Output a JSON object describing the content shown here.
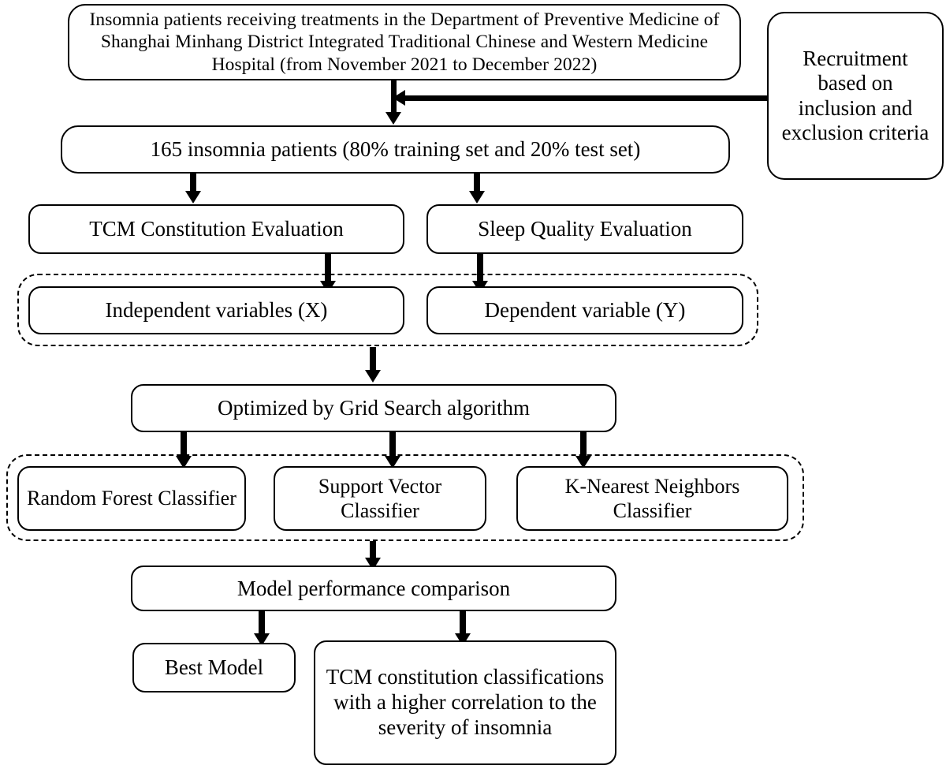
{
  "diagram": {
    "title": "Study design flowchart",
    "colors": {
      "stroke": "#000000",
      "background": "#ffffff",
      "text": "#000000"
    },
    "nodes": {
      "source_population": "Insomnia patients receiving treatments in the Department of Preventive Medicine of Shanghai Minhang District Integrated Traditional Chinese and Western Medicine Hospital (from November 2021 to December 2022)",
      "recruitment": "Recruitment based on inclusion and exclusion criteria",
      "sample": "165 insomnia patients (80% training set and 20% test set)",
      "tcm_constitution_evaluation": "TCM Constitution Evaluation",
      "sleep_quality_evaluation": "Sleep Quality Evaluation",
      "independent_variables": "Independent variables (X)",
      "dependent_variable": "Dependent variable (Y)",
      "grid_search": "Optimized by Grid Search algorithm",
      "random_forest": "Random Forest Classifier",
      "support_vector": "Support Vector Classifier",
      "k_nearest_neighbors": "K-Nearest Neighbors Classifier",
      "model_comparison": "Model performance comparison",
      "best_model": "Best Model",
      "tcm_outcome": "TCM constitution classifications with a higher correlation to the severity of insomnia"
    }
  }
}
